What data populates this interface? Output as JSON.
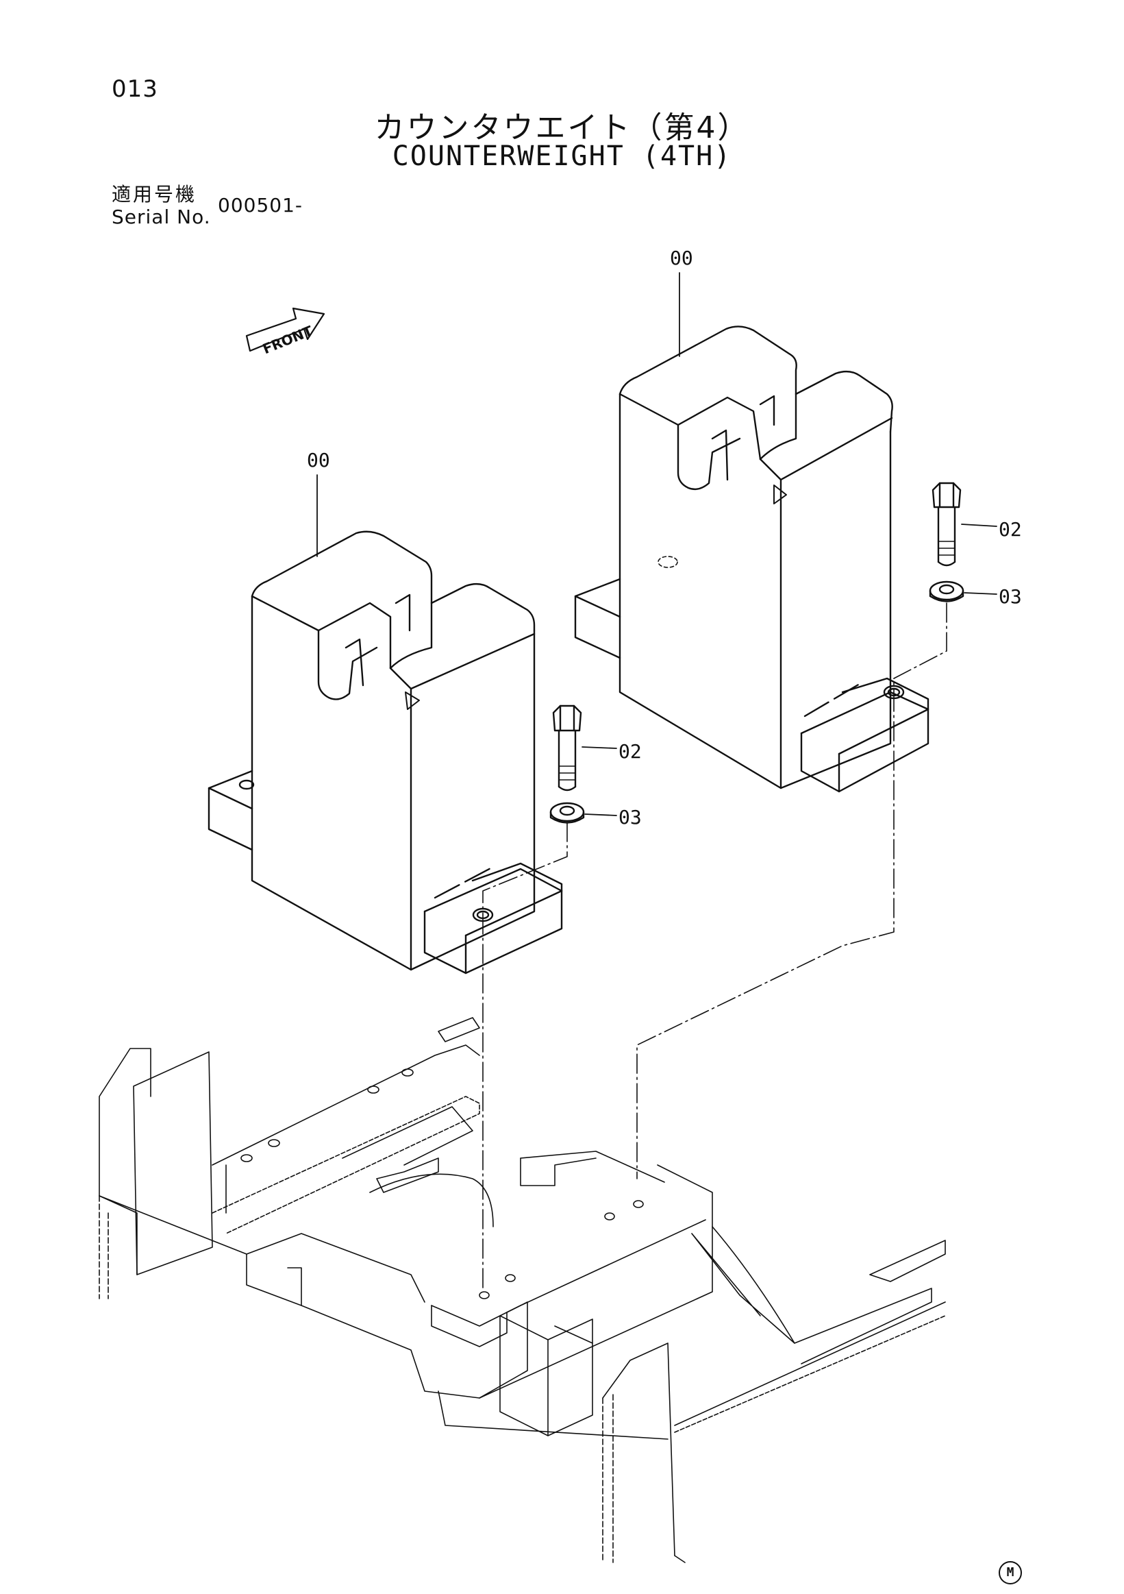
{
  "header": {
    "page_number": "013",
    "title_jp": "カウンタウエイト（第4）",
    "title_en": "COUNTERWEIGHT (4TH)"
  },
  "serial": {
    "label_jp": "適用号機",
    "label_en": "Serial No.",
    "value": "000501-"
  },
  "diagram": {
    "front_arrow_label": "FRONT",
    "callouts": {
      "counterweight_right": "00",
      "counterweight_left": "00",
      "bolt_right": "02",
      "washer_right": "03",
      "bolt_left": "02",
      "washer_left": "03"
    }
  },
  "footer": {
    "mark": "M"
  }
}
